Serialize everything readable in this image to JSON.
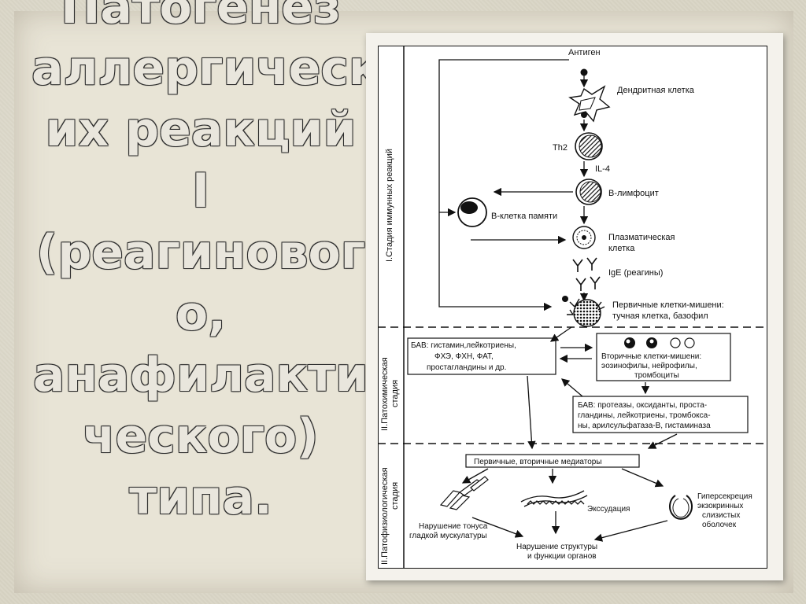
{
  "title_lines": [
    "Патогенез",
    "аллергическ",
    "их реакций I",
    "(реагиновог",
    "о,",
    "анафилакти",
    "ческого)",
    "типа."
  ],
  "stages": {
    "stage1": "I.Стадия иммунных реакций",
    "stage2_line1": "II.Патохимическая",
    "stage2_line2": "стадия",
    "stage3_line1": "II.Патофизиологическая",
    "stage3_line2": "стадия"
  },
  "nodes": {
    "antigen": "Антиген",
    "dendritic": "Дендритная клетка",
    "th2": "Th2",
    "il4": "IL-4",
    "blymph": "В-лимфоцит",
    "memory": "В-клетка памяти",
    "plasma1": "Плазматическая",
    "plasma2": "клетка",
    "ige": "IgE (реагины)",
    "primary1": "Первичные клетки-мишени:",
    "primary2": "тучная клетка, базофил"
  },
  "boxes": {
    "bav1_line1": "БАВ: гистамин,лейкотриены,",
    "bav1_line2": "ФХЭ, ФХН, ФАТ,",
    "bav1_line3": "простагландины и др.",
    "secondary_line1": "Вторичные клетки-мишени:",
    "secondary_line2": "эозинофилы, нейрофилы,",
    "secondary_line3": "тромбоциты",
    "bav2_line1": "БАВ: протеазы, оксиданты, проста-",
    "bav2_line2": "гландины, лейкотриены, тромбокса-",
    "bav2_line3": "ны, арилсульфатаза-В, гистаминаза",
    "mediators": "Первичные, вторичные медиаторы"
  },
  "effects": {
    "exudation": "Экссудация",
    "hyper1": "Гиперсекреция",
    "hyper2": "экзокринных",
    "hyper3": "слизистых",
    "hyper4": "оболочек",
    "tonus1": "Нарушение тонуса",
    "tonus2": "гладкой мускулатуры",
    "struct1": "Нарушение структуры",
    "struct2": "и функции органов"
  }
}
